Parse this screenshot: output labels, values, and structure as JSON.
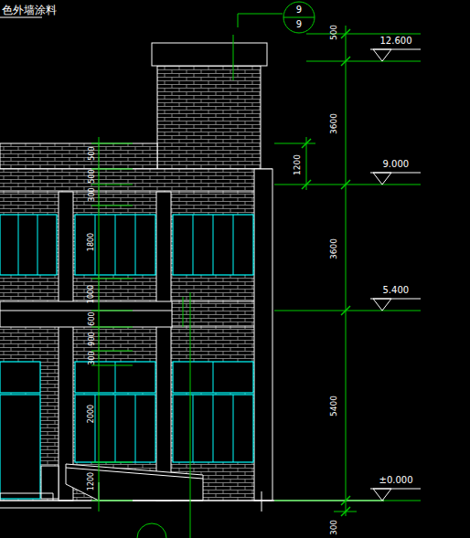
{
  "diagram": {
    "nodes": [
      {
        "text": [
          "9",
          "9"
        ]
      }
    ],
    "edges": [],
    "labels": [
      "色外墙涂料",
      "500",
      "12.600",
      "3600",
      "1200",
      "9.000",
      "3600",
      "5.400",
      "5400",
      "±0.000",
      "300",
      "500",
      "500",
      "300",
      "1800",
      "1000",
      "600",
      "900",
      "300",
      "2000",
      "1200"
    ]
  }
}
